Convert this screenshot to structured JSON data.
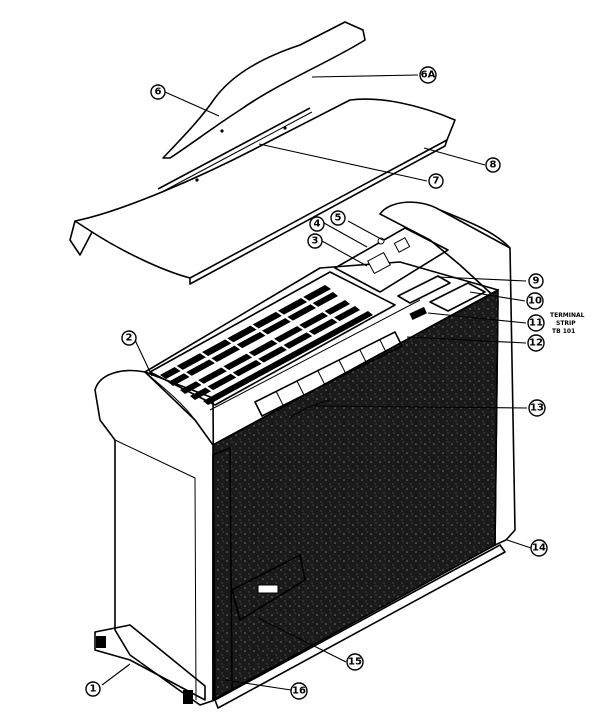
{
  "callouts": [
    {
      "id": "1",
      "label": "1"
    },
    {
      "id": "2",
      "label": "2"
    },
    {
      "id": "3",
      "label": "3"
    },
    {
      "id": "4",
      "label": "4"
    },
    {
      "id": "5",
      "label": "5"
    },
    {
      "id": "6",
      "label": "6"
    },
    {
      "id": "6a",
      "label": "6A"
    },
    {
      "id": "7",
      "label": "7"
    },
    {
      "id": "8",
      "label": "8"
    },
    {
      "id": "9",
      "label": "9"
    },
    {
      "id": "10",
      "label": "10"
    },
    {
      "id": "11",
      "label": "11"
    },
    {
      "id": "12",
      "label": "12"
    },
    {
      "id": "13",
      "label": "13"
    },
    {
      "id": "14",
      "label": "14"
    },
    {
      "id": "15",
      "label": "15"
    },
    {
      "id": "16",
      "label": "16"
    }
  ],
  "notes": {
    "terminal_line1": "TERMINAL",
    "terminal_line2": "STRIP",
    "terminal_line3": "TB 101"
  }
}
